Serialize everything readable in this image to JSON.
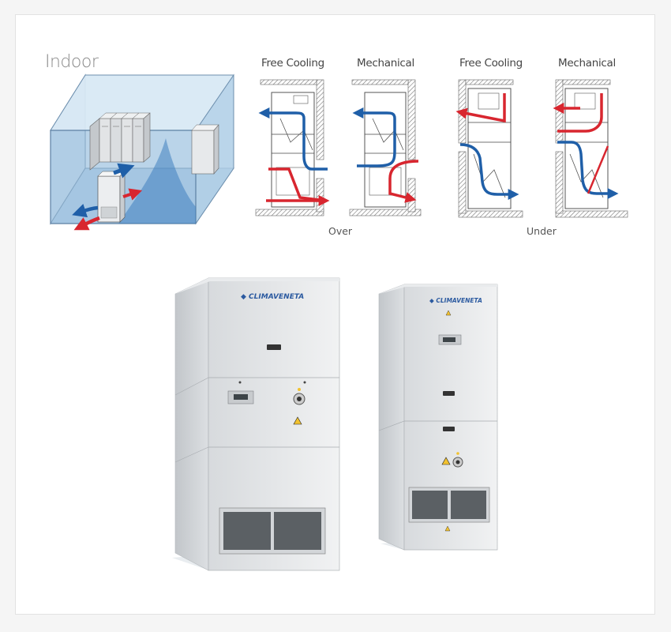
{
  "title": "Indoor",
  "diagrams": [
    {
      "label": "Free Cooling"
    },
    {
      "label": "Mechanical"
    },
    {
      "label": "Free Cooling"
    },
    {
      "label": "Mechanical"
    }
  ],
  "groups": [
    {
      "label": "Over"
    },
    {
      "label": "Under"
    }
  ],
  "brand": "CLIMAVENETA",
  "colors": {
    "supply": "#1f5fa8",
    "return": "#d8262f",
    "room": "#a8cbe6",
    "cabinet": "#e6e8ea"
  }
}
